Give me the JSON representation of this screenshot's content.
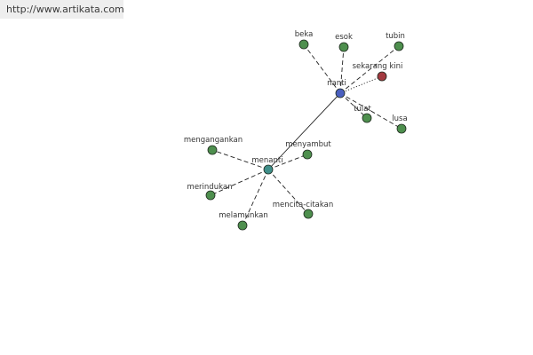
{
  "source": {
    "url": "http://www.artikata.com"
  },
  "colors": {
    "leaf": "#4e8f4e",
    "hub_primary": "#4a5fbf",
    "hub_secondary": "#3f8f8a",
    "related": "#a33a40",
    "edge": "#222222"
  },
  "graph": {
    "nodes": [
      {
        "id": "nanti",
        "label": "nanti",
        "kind": "hub_primary"
      },
      {
        "id": "menanti",
        "label": "menanti",
        "kind": "hub_secondary"
      },
      {
        "id": "beka",
        "label": "beka",
        "kind": "leaf"
      },
      {
        "id": "esok",
        "label": "esok",
        "kind": "leaf"
      },
      {
        "id": "tubin",
        "label": "tubin",
        "kind": "leaf"
      },
      {
        "id": "sekarang-kini",
        "label": "sekarang kini",
        "kind": "related"
      },
      {
        "id": "tulat",
        "label": "tulat",
        "kind": "leaf"
      },
      {
        "id": "lusa",
        "label": "lusa",
        "kind": "leaf"
      },
      {
        "id": "mengangankan",
        "label": "mengangankan",
        "kind": "leaf"
      },
      {
        "id": "menyambut",
        "label": "menyambut",
        "kind": "leaf"
      },
      {
        "id": "merindukan",
        "label": "merindukan",
        "kind": "leaf"
      },
      {
        "id": "melamunkan",
        "label": "melamunkan",
        "kind": "leaf"
      },
      {
        "id": "mencita-citakan",
        "label": "mencita-citakan",
        "kind": "leaf"
      }
    ],
    "edges": [
      {
        "from": "nanti",
        "to": "menanti",
        "style": "solid"
      },
      {
        "from": "nanti",
        "to": "beka",
        "style": "dashed"
      },
      {
        "from": "nanti",
        "to": "esok",
        "style": "dashed"
      },
      {
        "from": "nanti",
        "to": "tubin",
        "style": "dashed"
      },
      {
        "from": "nanti",
        "to": "sekarang-kini",
        "style": "dotted"
      },
      {
        "from": "nanti",
        "to": "tulat",
        "style": "dashed"
      },
      {
        "from": "nanti",
        "to": "lusa",
        "style": "dashed"
      },
      {
        "from": "menanti",
        "to": "mengangankan",
        "style": "dashed"
      },
      {
        "from": "menanti",
        "to": "menyambut",
        "style": "dashed"
      },
      {
        "from": "menanti",
        "to": "merindukan",
        "style": "dashed"
      },
      {
        "from": "menanti",
        "to": "melamunkan",
        "style": "dashed"
      },
      {
        "from": "menanti",
        "to": "mencita-citakan",
        "style": "dashed"
      }
    ]
  }
}
